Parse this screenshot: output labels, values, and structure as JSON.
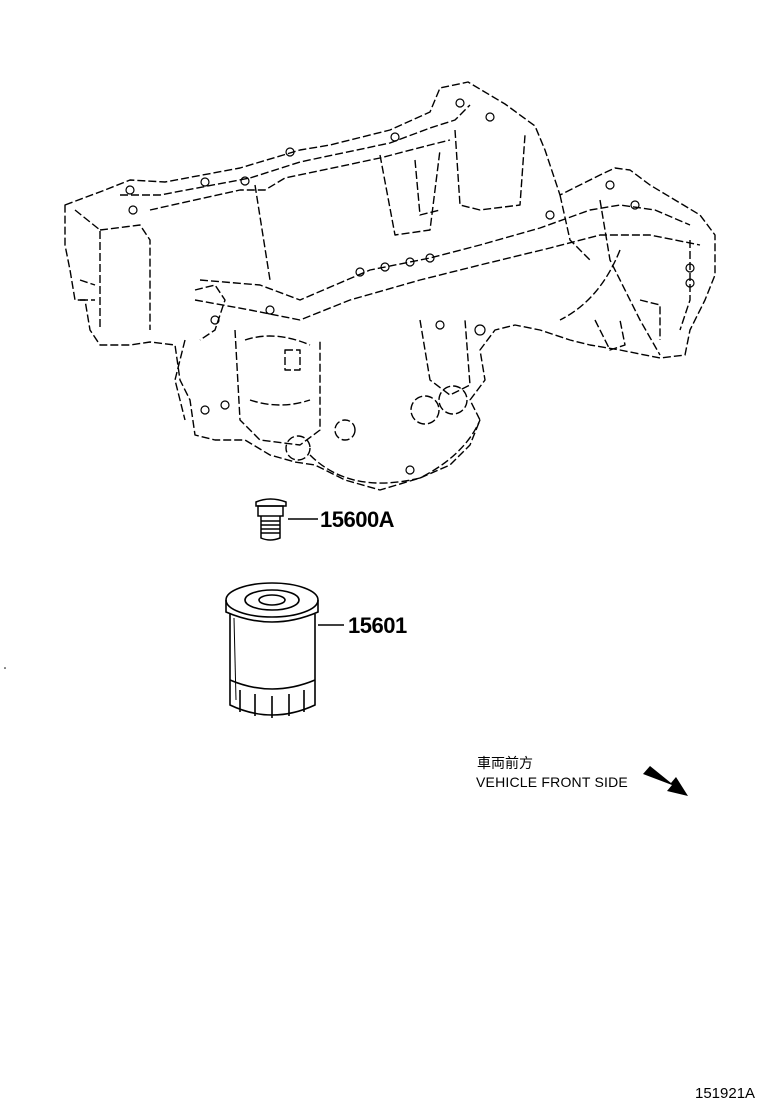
{
  "parts": [
    {
      "part_number": "15600A",
      "component": "drain-plug"
    },
    {
      "part_number": "15601",
      "component": "oil-filter"
    }
  ],
  "direction_indicator": {
    "label_japanese": "車両前方",
    "label_english": "VEHICLE FRONT SIDE",
    "arrow": "arrow-down-right-icon"
  },
  "reference_code": "151921A",
  "colors": {
    "line": "#000000",
    "background": "#ffffff"
  }
}
